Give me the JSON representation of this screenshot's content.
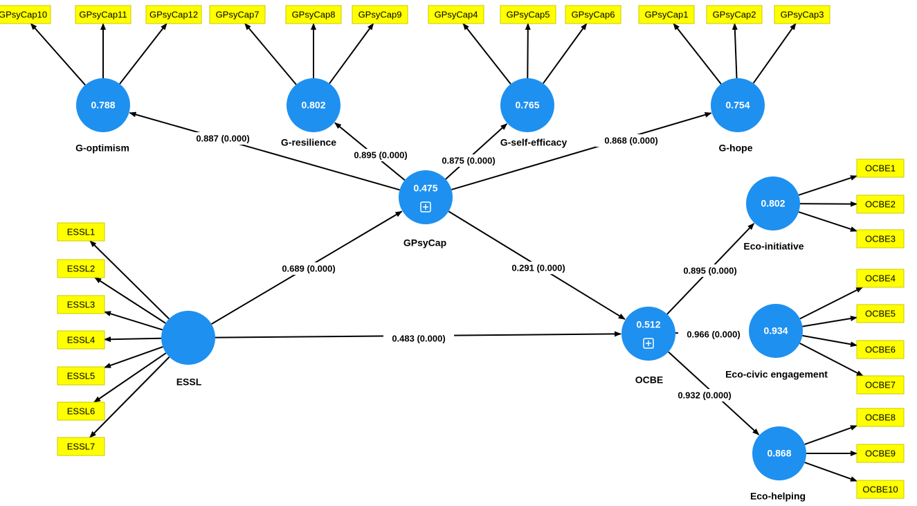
{
  "colors": {
    "latent_fill": "#1e90f0",
    "indicator_fill": "#ffff00",
    "indicator_border": "#c8c800",
    "arrow": "#000000"
  },
  "latents": [
    {
      "id": "optimism",
      "label": "G-optimism",
      "value": "0.788",
      "expand_icon": false
    },
    {
      "id": "resilience",
      "label": "G-resilience",
      "value": "0.802",
      "expand_icon": false
    },
    {
      "id": "efficacy",
      "label": "G-self-efficacy",
      "value": "0.765",
      "expand_icon": false
    },
    {
      "id": "hope",
      "label": "G-hope",
      "value": "0.754",
      "expand_icon": false
    },
    {
      "id": "gpsycap",
      "label": "GPsyCap",
      "value": "0.475",
      "expand_icon": true
    },
    {
      "id": "essl",
      "label": "ESSL",
      "value": "",
      "expand_icon": false
    },
    {
      "id": "ocbe",
      "label": "OCBE",
      "value": "0.512",
      "expand_icon": true
    },
    {
      "id": "initiative",
      "label": "Eco-initiative",
      "value": "0.802",
      "expand_icon": false
    },
    {
      "id": "civic",
      "label": "Eco-civic engagement",
      "value": "0.934",
      "expand_icon": false
    },
    {
      "id": "helping",
      "label": "Eco-helping",
      "value": "0.868",
      "expand_icon": false
    }
  ],
  "indicators": [
    {
      "id": "GPsyCap10",
      "label": "GPsyCap10",
      "parent": "optimism"
    },
    {
      "id": "GPsyCap11",
      "label": "GPsyCap11",
      "parent": "optimism"
    },
    {
      "id": "GPsyCap12",
      "label": "GPsyCap12",
      "parent": "optimism"
    },
    {
      "id": "GPsyCap7",
      "label": "GPsyCap7",
      "parent": "resilience"
    },
    {
      "id": "GPsyCap8",
      "label": "GPsyCap8",
      "parent": "resilience"
    },
    {
      "id": "GPsyCap9",
      "label": "GPsyCap9",
      "parent": "resilience"
    },
    {
      "id": "GPsyCap4",
      "label": "GPsyCap4",
      "parent": "efficacy"
    },
    {
      "id": "GPsyCap5",
      "label": "GPsyCap5",
      "parent": "efficacy"
    },
    {
      "id": "GPsyCap6",
      "label": "GPsyCap6",
      "parent": "efficacy"
    },
    {
      "id": "GPsyCap1",
      "label": "GPsyCap1",
      "parent": "hope"
    },
    {
      "id": "GPsyCap2",
      "label": "GPsyCap2",
      "parent": "hope"
    },
    {
      "id": "GPsyCap3",
      "label": "GPsyCap3",
      "parent": "hope"
    },
    {
      "id": "ESSL1",
      "label": "ESSL1",
      "parent": "essl"
    },
    {
      "id": "ESSL2",
      "label": "ESSL2",
      "parent": "essl"
    },
    {
      "id": "ESSL3",
      "label": "ESSL3",
      "parent": "essl"
    },
    {
      "id": "ESSL4",
      "label": "ESSL4",
      "parent": "essl"
    },
    {
      "id": "ESSL5",
      "label": "ESSL5",
      "parent": "essl"
    },
    {
      "id": "ESSL6",
      "label": "ESSL6",
      "parent": "essl"
    },
    {
      "id": "ESSL7",
      "label": "ESSL7",
      "parent": "essl"
    },
    {
      "id": "OCBE1",
      "label": "OCBE1",
      "parent": "initiative"
    },
    {
      "id": "OCBE2",
      "label": "OCBE2",
      "parent": "initiative"
    },
    {
      "id": "OCBE3",
      "label": "OCBE3",
      "parent": "initiative"
    },
    {
      "id": "OCBE4",
      "label": "OCBE4",
      "parent": "civic"
    },
    {
      "id": "OCBE5",
      "label": "OCBE5",
      "parent": "civic"
    },
    {
      "id": "OCBE6",
      "label": "OCBE6",
      "parent": "civic"
    },
    {
      "id": "OCBE7",
      "label": "OCBE7",
      "parent": "civic"
    },
    {
      "id": "OCBE8",
      "label": "OCBE8",
      "parent": "helping"
    },
    {
      "id": "OCBE9",
      "label": "OCBE9",
      "parent": "helping"
    },
    {
      "id": "OCBE10",
      "label": "OCBE10",
      "parent": "helping"
    }
  ],
  "paths": [
    {
      "from": "gpsycap",
      "to": "optimism",
      "label": "0.887 (0.000)"
    },
    {
      "from": "gpsycap",
      "to": "resilience",
      "label": "0.895 (0.000)"
    },
    {
      "from": "gpsycap",
      "to": "efficacy",
      "label": "0.875 (0.000)"
    },
    {
      "from": "gpsycap",
      "to": "hope",
      "label": "0.868 (0.000)"
    },
    {
      "from": "essl",
      "to": "gpsycap",
      "label": "0.689 (0.000)"
    },
    {
      "from": "gpsycap",
      "to": "ocbe",
      "label": "0.291 (0.000)"
    },
    {
      "from": "essl",
      "to": "ocbe",
      "label": "0.483 (0.000)"
    },
    {
      "from": "ocbe",
      "to": "initiative",
      "label": "0.895 (0.000)"
    },
    {
      "from": "ocbe",
      "to": "civic",
      "label": "0.966 (0.000)"
    },
    {
      "from": "ocbe",
      "to": "helping",
      "label": "0.932 (0.000)"
    }
  ]
}
